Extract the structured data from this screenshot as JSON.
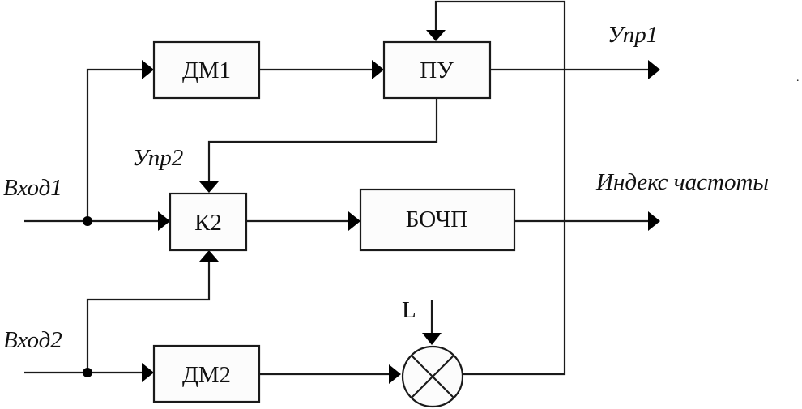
{
  "diagram": {
    "type": "block-diagram",
    "blocks": [
      {
        "id": "dm1",
        "label": "ДМ1"
      },
      {
        "id": "pu",
        "label": "ПУ"
      },
      {
        "id": "k2",
        "label": "К2"
      },
      {
        "id": "bochp",
        "label": "БОЧП"
      },
      {
        "id": "dm2",
        "label": "ДМ2"
      },
      {
        "id": "mixer",
        "label": "",
        "symbol": "multiplier-circle-x"
      }
    ],
    "labels": {
      "input1": "Вход1",
      "input2": "Вход2",
      "control1": "Упр1",
      "control2": "Упр2",
      "freq_index": "Индекс частоты",
      "l_input": "L",
      "stray_dot": "."
    },
    "connections": [
      {
        "from": "Вход1",
        "to": "dm1"
      },
      {
        "from": "Вход1",
        "to": "k2"
      },
      {
        "from": "dm1",
        "to": "pu"
      },
      {
        "from": "pu",
        "to": "Упр1"
      },
      {
        "from": "pu",
        "to": "k2",
        "label": "Упр2"
      },
      {
        "from": "k2",
        "to": "bochp"
      },
      {
        "from": "bochp",
        "to": "Индекс частоты"
      },
      {
        "from": "Вход2",
        "to": "dm2"
      },
      {
        "from": "Вход2",
        "to": "k2"
      },
      {
        "from": "dm2",
        "to": "mixer"
      },
      {
        "from": "L",
        "to": "mixer"
      },
      {
        "from": "mixer",
        "to": "pu"
      }
    ]
  }
}
